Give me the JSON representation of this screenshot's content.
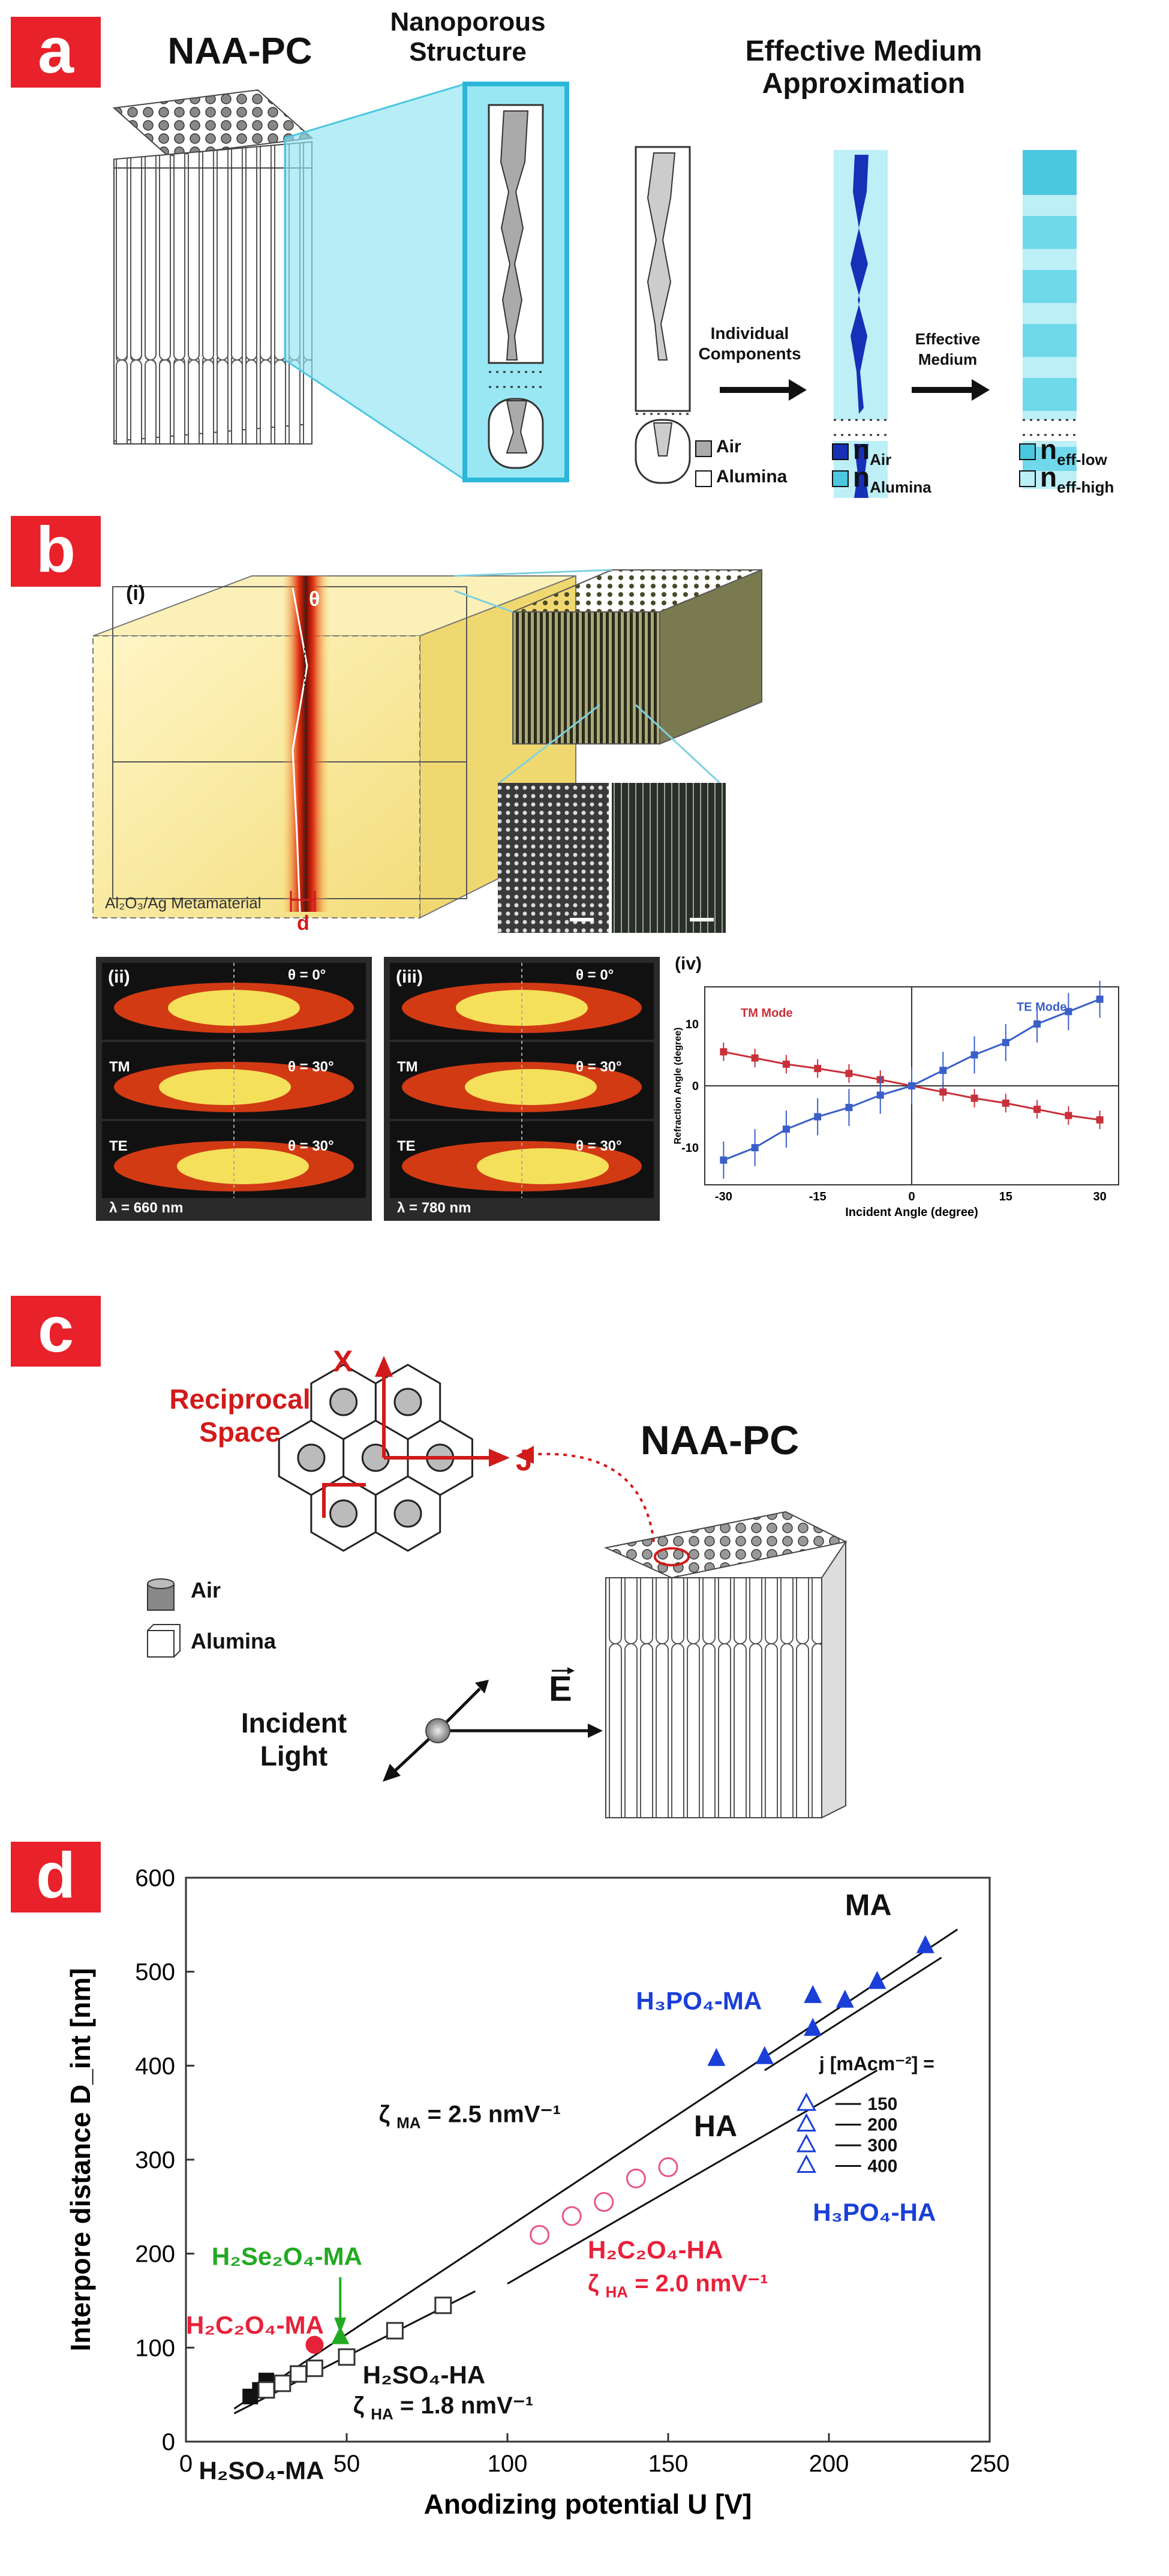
{
  "panel_a": {
    "label": "a",
    "title_naa": "NAA-PC",
    "title_nano_1": "Nanoporous",
    "title_nano_2": "Structure",
    "title_ema_1": "Effective Medium",
    "title_ema_2": "Approximation",
    "arrow1_1": "Individual",
    "arrow1_2": "Components",
    "arrow2_1": "Effective",
    "arrow2_2": "Medium",
    "legend": {
      "air": "Air",
      "alumina": "Alumina",
      "n_air": "n",
      "n_air_sub": "Air",
      "n_alumina": "n",
      "n_alumina_sub": "Alumina",
      "n_eff_low": "n",
      "n_eff_low_sub": "eff-low",
      "n_eff_high": "n",
      "n_eff_high_sub": "eff-high"
    },
    "colors": {
      "cyan": "#6fd8ea",
      "blue": "#1630b8",
      "light_cyan": "#bdeff7"
    }
  },
  "panel_b": {
    "label": "b",
    "sub_i": "(i)",
    "theta": "θ",
    "d": "d",
    "material": "Al₂O₃/Ag Metamaterial",
    "sub_ii": "(ii)",
    "sub_iii": "(iii)",
    "sub_iv": "(iv)",
    "theta0": "θ = 0°",
    "theta30": "θ = 30°",
    "tm": "TM",
    "te": "TE",
    "lambda_ii": "λ = 660 nm",
    "lambda_iii": "λ = 780 nm",
    "chart_iv": {
      "type": "scatter",
      "xlabel": "Incident Angle (degree)",
      "ylabel": "Refraction Angle (degree)",
      "xticks": [
        "-30",
        "-15",
        "0",
        "15",
        "30"
      ],
      "yticks": [
        "10",
        "0",
        "-10"
      ],
      "xlim": [
        -33,
        33
      ],
      "ylim": [
        -16,
        16
      ],
      "series": [
        {
          "name": "TM Mode",
          "color": "#c8303a",
          "x": [
            -30,
            -25,
            -20,
            -15,
            -10,
            -5,
            0,
            5,
            10,
            15,
            20,
            25,
            30
          ],
          "y": [
            5.5,
            4.5,
            3.5,
            2.8,
            2.0,
            1.0,
            0,
            -1.0,
            -2.0,
            -2.8,
            -3.8,
            -4.8,
            -5.5
          ]
        },
        {
          "name": "TE Mode",
          "color": "#3a5fc8",
          "x": [
            -30,
            -25,
            -20,
            -15,
            -10,
            -5,
            0,
            5,
            10,
            15,
            20,
            25,
            30
          ],
          "y": [
            -12,
            -10,
            -7,
            -5,
            -3.5,
            -1.5,
            0,
            2.5,
            5,
            7,
            10,
            12,
            14
          ]
        }
      ]
    }
  },
  "panel_c": {
    "label": "c",
    "reciprocal_1": "Reciprocal",
    "reciprocal_2": "Space",
    "x_axis": "X",
    "j_axis": "J",
    "naa": "NAA-PC",
    "air": "Air",
    "alumina": "Alumina",
    "incident_1": "Incident",
    "incident_2": "Light",
    "e_field": "E"
  },
  "chart_data": {
    "type": "scatter",
    "xlabel": "Anodizing potential U [V]",
    "ylabel": "Interpore distance D_int [nm]",
    "xlim": [
      0,
      250
    ],
    "ylim": [
      0,
      600
    ],
    "xticks": [
      "0",
      "50",
      "100",
      "150",
      "200",
      "250"
    ],
    "yticks": [
      "0",
      "100",
      "200",
      "300",
      "400",
      "500",
      "600"
    ],
    "series": [
      {
        "name": "H2SO4-MA",
        "marker": "filled-square",
        "color": "#111111",
        "x": [
          20,
          23,
          25
        ],
        "y": [
          48,
          55,
          65
        ]
      },
      {
        "name": "H2SO4-HA",
        "marker": "open-square",
        "color": "#333333",
        "x": [
          25,
          30,
          35,
          40,
          50,
          65,
          80
        ],
        "y": [
          55,
          62,
          72,
          78,
          90,
          118,
          145
        ]
      },
      {
        "name": "H2C2O4-MA",
        "marker": "filled-circle",
        "color": "#e8213a",
        "x": [
          40
        ],
        "y": [
          103
        ]
      },
      {
        "name": "H2Se2O4-MA",
        "marker": "filled-triangle",
        "color": "#22aa22",
        "x": [
          48
        ],
        "y": [
          112
        ]
      },
      {
        "name": "H2C2O4-HA",
        "marker": "open-circle",
        "color": "#e8558a",
        "x": [
          110,
          120,
          130,
          140,
          150
        ],
        "y": [
          220,
          240,
          255,
          280,
          292
        ]
      },
      {
        "name": "H3PO4-MA",
        "marker": "filled-triangle",
        "color": "#1a3fd8",
        "x": [
          165,
          195,
          205,
          215,
          230
        ],
        "y": [
          408,
          440,
          470,
          490,
          528
        ]
      },
      {
        "name": "H3PO4-HA",
        "marker": "filled-triangle",
        "color": "#1a3fd8",
        "x": [
          180,
          195
        ],
        "y": [
          410,
          475
        ]
      }
    ],
    "fit_lines": [
      {
        "name": "MA",
        "x": [
          15,
          240
        ],
        "y": [
          35,
          545
        ]
      },
      {
        "name": "HA",
        "x": [
          100,
          215
        ],
        "y": [
          168,
          395
        ]
      },
      {
        "name": "H2SO4-HA fit",
        "x": [
          15,
          90
        ],
        "y": [
          30,
          160
        ]
      }
    ],
    "annotations": {
      "ma": "MA",
      "ha": "HA",
      "h3po4_ma": "H₃PO₄-MA",
      "h3po4_ha": "H₃PO₄-HA",
      "zeta_ma": "ζ",
      "zeta_ma_sub": "MA",
      "zeta_ma_val": "= 2.5 nmV⁻¹",
      "zeta_ha2": "ζ",
      "zeta_ha2_sub": "HA",
      "zeta_ha2_val": "= 2.0 nmV⁻¹",
      "zeta_ha18": "ζ",
      "zeta_ha18_sub": "HA",
      "zeta_ha18_val": "= 1.8 nmV⁻¹",
      "h2c2o4_ha": "H₂C₂O₄-HA",
      "h2se2o4_ma": "H₂Se₂O₄-MA",
      "h2c2o4_ma": "H₂C₂O₄-MA",
      "h2so4_ha": "H₂SO₄-HA",
      "h2so4_ma": "H₂SO₄-MA",
      "j_header": "j [mAcm⁻²] =",
      "j_values": [
        "150",
        "200",
        "300",
        "400"
      ]
    }
  }
}
